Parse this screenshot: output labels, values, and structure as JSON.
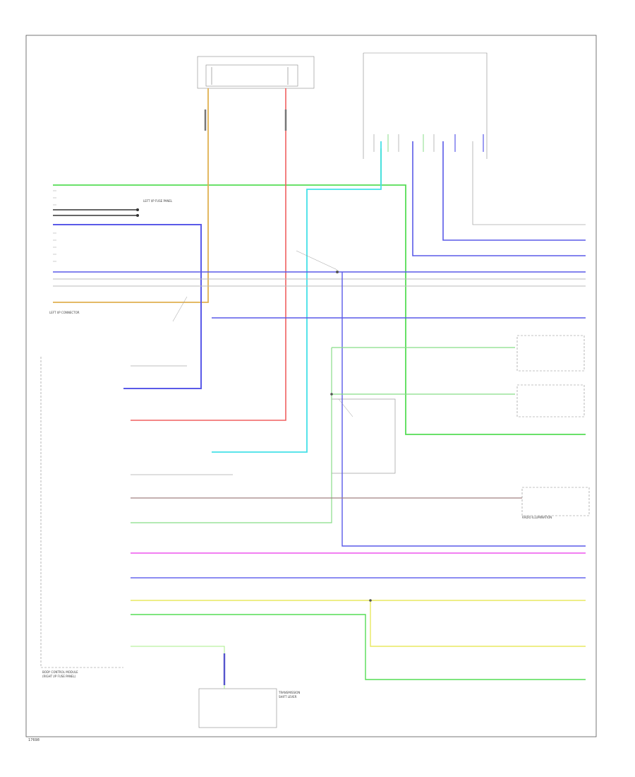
{
  "diagram": {
    "footer_code": "17698",
    "modules": {
      "body_control_module": [
        "BODY CONTROL MODULE",
        "(RIGHT I/P FUSE PANEL)"
      ],
      "transmission_shift_lever": [
        "TRANSMISSION",
        "SHIFT LEVER"
      ],
      "radio_lighting": [
        "RADIO ILLUMINATION"
      ],
      "left_side_fuse_panel": [
        "LEFT I/P FUSE PANEL"
      ],
      "lhd_connector": [
        "LEFT I/P CONNECTOR"
      ]
    }
  }
}
